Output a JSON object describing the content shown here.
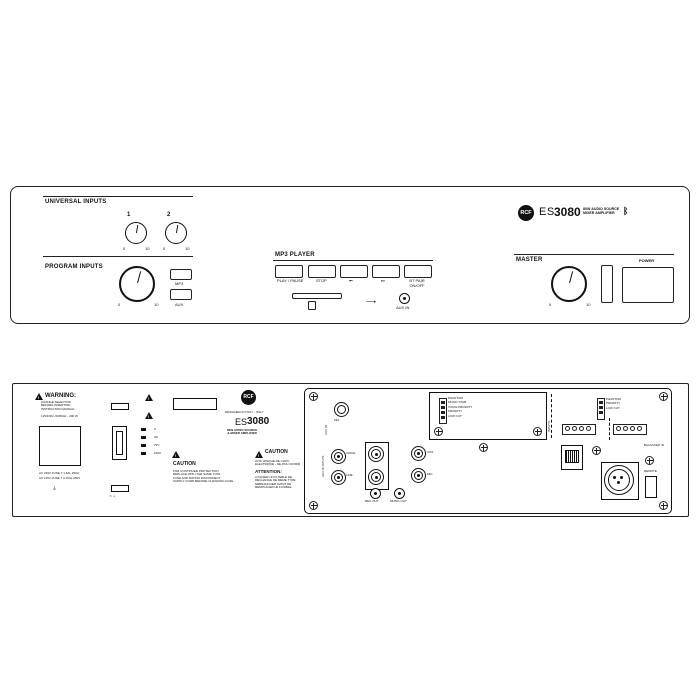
{
  "front": {
    "universal_inputs": "UNIVERSAL INPUTS",
    "program_inputs": "PROGRAM INPUTS",
    "mp3_player": "MP3 PLAYER",
    "master": "MASTER",
    "power": "POWER",
    "channel_1": "1",
    "channel_2": "2",
    "scale_min": "0",
    "scale_max": "10",
    "mp3_btn": "MP3",
    "aux_btn": "AUX",
    "play_pause": "PLAY / PAUSE",
    "stop": "STOP",
    "prev": "⏮",
    "next": "⏭",
    "bt_pair": "BT PAIR\nON/OFF",
    "aux_in": "AUX IN",
    "logo": "RCF",
    "model_prefix": "ES",
    "model_number": "3080",
    "model_desc": "80W AUDIO SOURCE\nMIXER AMPLIFIER",
    "bluetooth_icon": "bluetooth-icon"
  },
  "rear": {
    "warning_title": "WARNING:",
    "warning_text": "CHANGE SELECTOR\nBEFORE INSERTING\nINSTRUCTION MANUAL",
    "mains_label": "115/230V~50/60Hz - 200 W",
    "fuse_1": "AC 230V FUSE T 1.6AL 250V",
    "fuse_2": "AC 115V FUSE T 3.15AL 250V",
    "logo": "RCF",
    "made_in": "DESIGNED IN ITALY - ITALY",
    "model_prefix": "ES",
    "model_number": "3080",
    "model_desc": "80W AUDIO SOURCE\n& MIXER AMPLIFIER",
    "caution_title": "CAUTION",
    "caution_text": "FOR CONTINUED PROTECTION\nREPLACE WITH THE SAME TYPE\nFUSE AND RATING DISCONNECT\nSUPPLY CORD BEFORE CHANGING FUSE",
    "caution_title_fr": "CAUTION",
    "caution_text_fr": "AVIS: RISQUE DE CHOC\nELECTRIQUE - NE PAS OUVRIR",
    "attention_title": "ATTENTION:",
    "attention_text": "UTILISER UN FUSIBLE DE\nRECHANGE DE MEME TYPE\nDEBRANCHER AVANT DE\nREMPLACER LE FUSIBLE",
    "speaker_taps": [
      "0",
      "4Ω",
      "70V",
      "100V"
    ],
    "aux_outputs": "AUX OUTPUTS",
    "mix_label": "MIX",
    "aux_in_label": "AUX IN",
    "voice_label": "VOICE",
    "line_label": "LINE",
    "rec_out": "REC OUT",
    "music_out": "MUSIC OUT",
    "vox1": "VOX",
    "vox2": "MIC",
    "ovs": "OVS",
    "switch_labels_1": [
      "PHANTOM",
      "MUSIC STAB",
      "VOICE PRIORITY",
      "PRIORITY",
      "LOW CUT"
    ],
    "switch_labels_2": [
      "PHANTOM",
      "PRIORITY",
      "LOW CUT"
    ],
    "inputs_label": "INPUTS",
    "balanced_label": "BALANCED IN",
    "remote_label": "REMOTE"
  }
}
